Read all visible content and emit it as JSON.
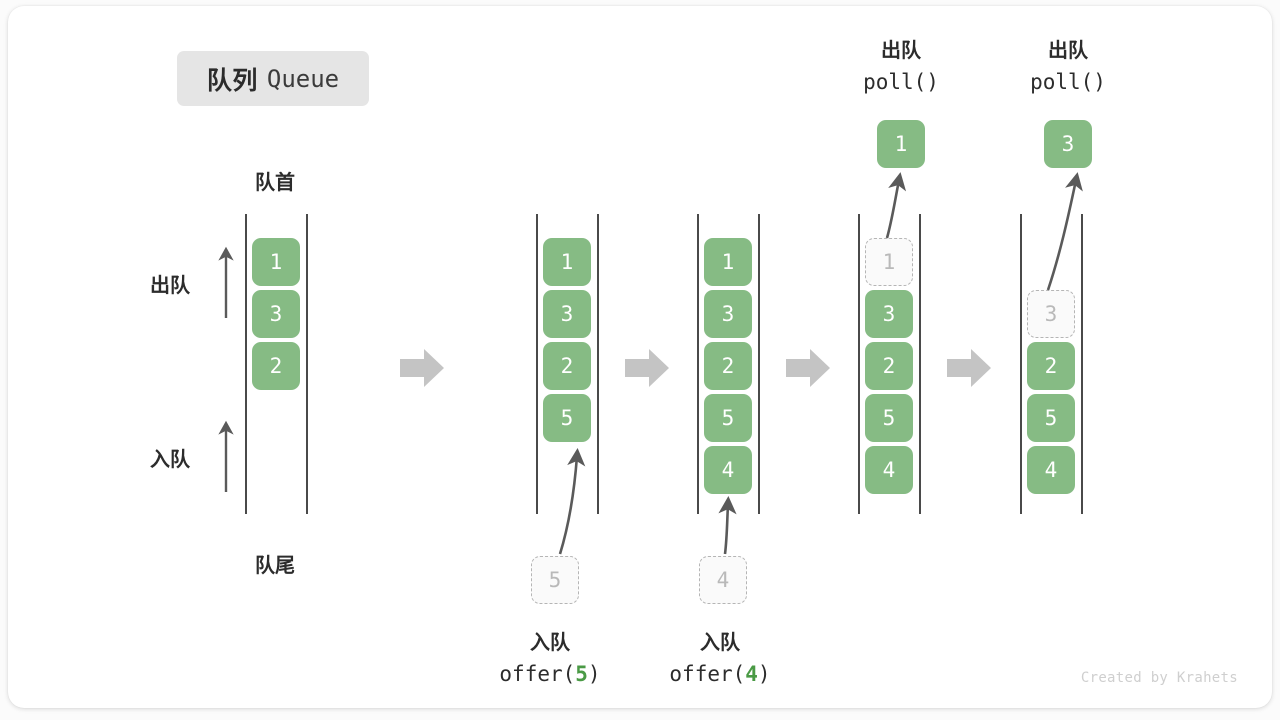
{
  "title": {
    "cn": "队列",
    "en": "Queue"
  },
  "labels": {
    "head": "队首",
    "tail": "队尾",
    "dequeue": "出队",
    "enqueue": "入队"
  },
  "footer": "Created by Krahets",
  "colors": {
    "element": "#86bb84",
    "ghost_border": "#b5b5b5",
    "ghost_text": "#b9b9b9",
    "rail": "#4a4a4a",
    "arrow": "#5a5a5a",
    "step_arrow": "#c4c4c4",
    "badge_bg": "#e5e5e5",
    "text": "#2c2c2c",
    "accent_green": "#4a9a45"
  },
  "operations": {
    "offer5": {
      "cn": "入队",
      "call_prefix": "offer(",
      "arg": "5",
      "call_suffix": ")"
    },
    "offer4": {
      "cn": "入队",
      "call_prefix": "offer(",
      "arg": "4",
      "call_suffix": ")"
    },
    "poll1": {
      "cn": "出队",
      "call": "poll()"
    },
    "poll2": {
      "cn": "出队",
      "call": "poll()"
    }
  },
  "columns": [
    {
      "name": "initial",
      "elements": [
        "1",
        "3",
        "2"
      ],
      "ghosts": []
    },
    {
      "name": "after-offer5",
      "elements": [
        "1",
        "3",
        "2",
        "5"
      ],
      "ghosts": []
    },
    {
      "name": "after-offer4",
      "elements": [
        "1",
        "3",
        "2",
        "5",
        "4"
      ],
      "ghosts": []
    },
    {
      "name": "polling-1",
      "elements": [
        "3",
        "2",
        "5",
        "4"
      ],
      "ghosts": [
        "1"
      ]
    },
    {
      "name": "polling-3",
      "elements": [
        "2",
        "5",
        "4"
      ],
      "ghosts": [
        "3"
      ]
    }
  ],
  "incoming": [
    {
      "value": "5"
    },
    {
      "value": "4"
    }
  ],
  "outgoing": [
    {
      "value": "1"
    },
    {
      "value": "3"
    }
  ]
}
